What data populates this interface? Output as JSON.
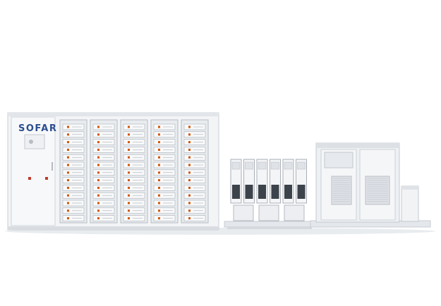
{
  "brand": {
    "logo_text": "SOFAR",
    "accent_color": "#2b4f8f"
  },
  "equipment": {
    "battery_racks": 5,
    "pcs_modules": 6,
    "transformer_cabinets": 2
  }
}
